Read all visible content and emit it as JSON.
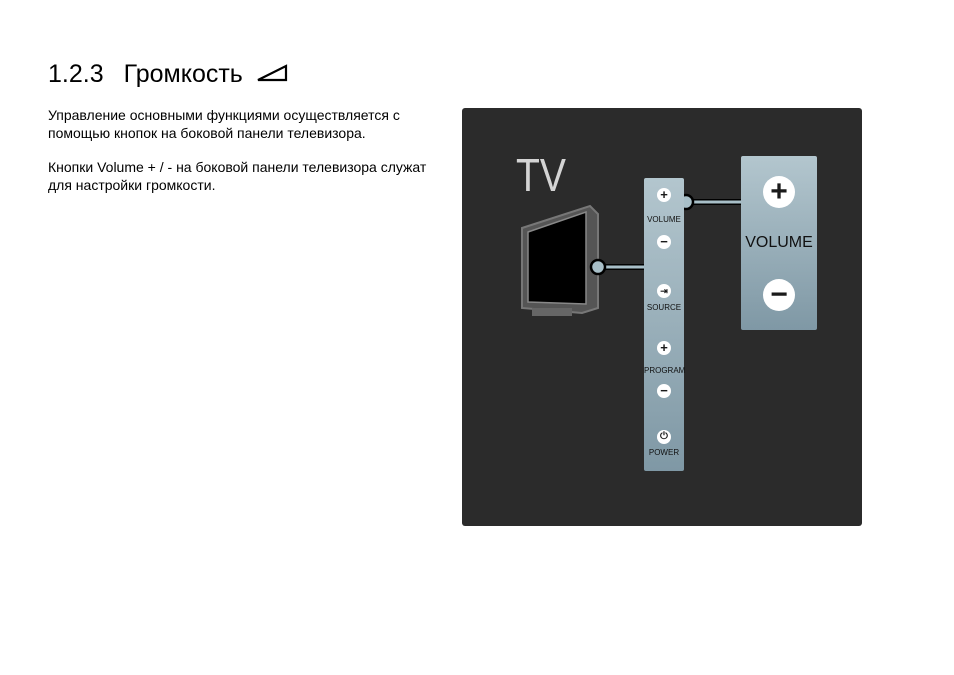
{
  "heading": {
    "number": "1.2.3",
    "title": "Громкость",
    "icon": "volume-triangle-icon"
  },
  "paragraphs": [
    "Управление основными функциями осуществляется с помощью кнопок на боковой панели телевизора.",
    "Кнопки Volume + / - на боковой панели телевизора служат для настройки громкости."
  ],
  "diagram": {
    "tv_label": "TV",
    "side_buttons": {
      "plus": "+",
      "minus": "−",
      "volume": "VOLUME",
      "source": "SOURCE",
      "program": "PROGRAM",
      "power": "POWER"
    },
    "zoom_box": {
      "plus": "+",
      "minus": "−",
      "label": "VOLUME"
    }
  }
}
